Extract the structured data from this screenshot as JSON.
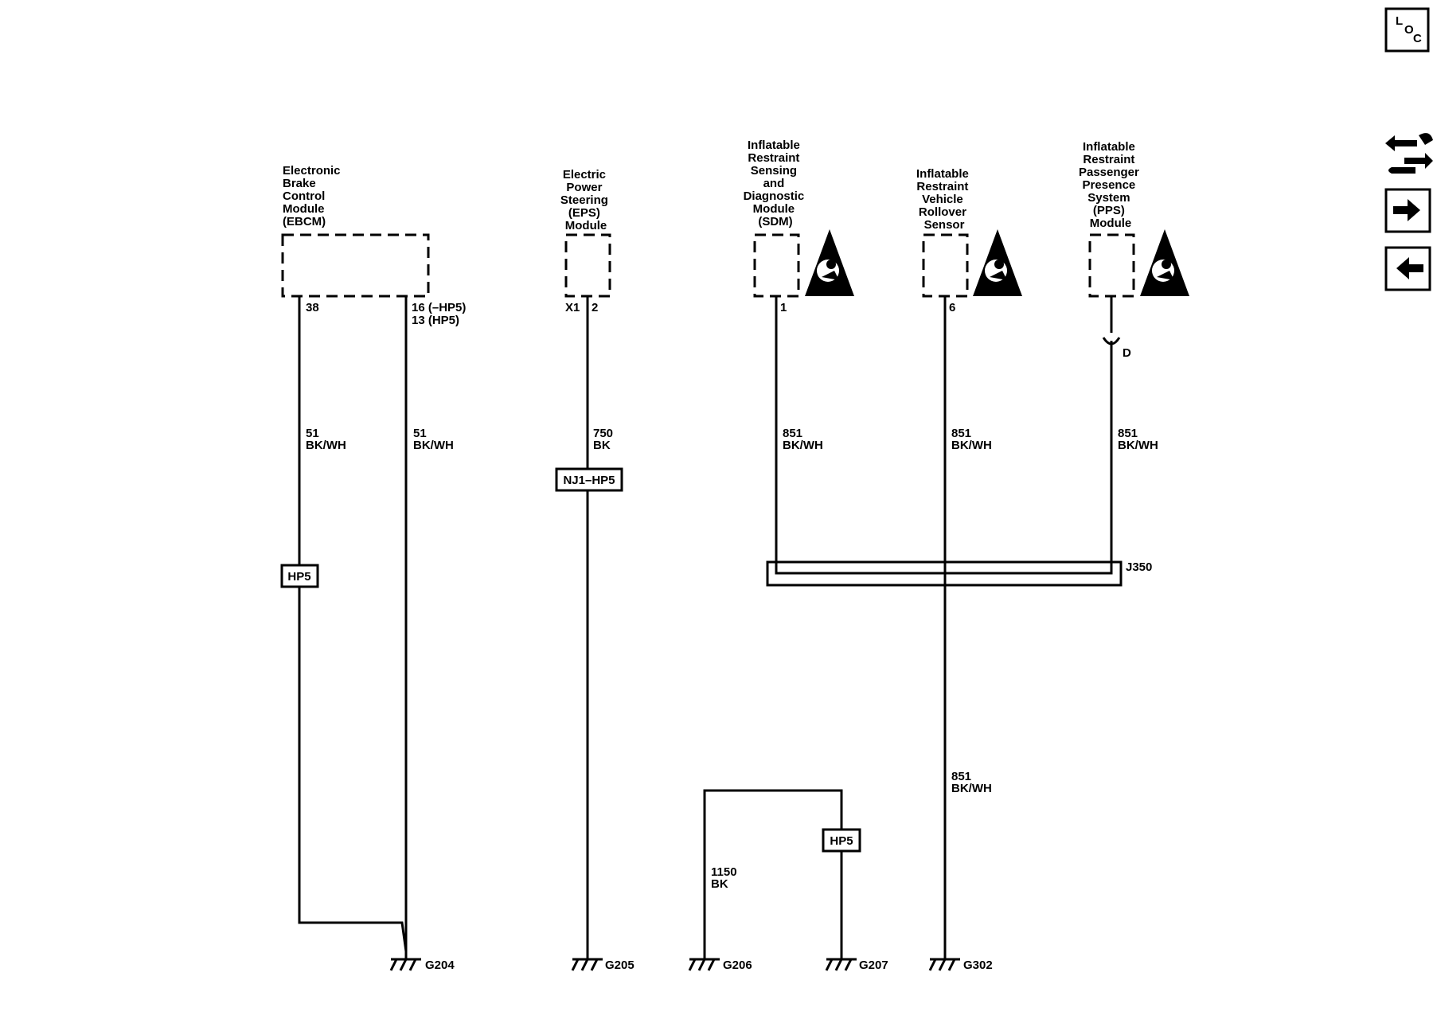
{
  "side_toolbar": {
    "loc_button": {
      "letters": [
        "L",
        "O",
        "C"
      ],
      "icon": "loc-icon"
    },
    "tools_button": {
      "icon": "swap-wrench-icon"
    },
    "next_button": {
      "icon": "arrow-right-icon"
    },
    "prev_button": {
      "icon": "arrow-left-icon"
    }
  },
  "modules": {
    "ebcm": {
      "label": [
        "Electronic",
        "Brake",
        "Control",
        "Module",
        "(EBCM)"
      ],
      "pin_left": "38",
      "pin_right": [
        "16 (–HP5)",
        "13 (HP5)"
      ]
    },
    "eps": {
      "label": [
        "Electric",
        "Power",
        "Steering",
        "(EPS)",
        "Module"
      ],
      "connector": "X1",
      "pin": "2"
    },
    "sdm": {
      "label": [
        "Inflatable",
        "Restraint",
        "Sensing",
        "and",
        "Diagnostic",
        "Module",
        "(SDM)"
      ],
      "pin": "1",
      "icon": "airbag-warning-icon"
    },
    "rollover": {
      "label": [
        "Inflatable",
        "Restraint",
        "Vehicle",
        "Rollover",
        "Sensor"
      ],
      "pin": "6",
      "icon": "airbag-warning-icon"
    },
    "pps": {
      "label": [
        "Inflatable",
        "Restraint",
        "Passenger",
        "Presence",
        "System",
        "(PPS)",
        "Module"
      ],
      "inline_connector": "D",
      "icon": "airbag-warning-icon"
    }
  },
  "wires": {
    "ebcm_left": [
      "51",
      "BK/WH"
    ],
    "ebcm_right": [
      "51",
      "BK/WH"
    ],
    "eps": [
      "750",
      "BK"
    ],
    "sdm": [
      "851",
      "BK/WH"
    ],
    "rollover": [
      "851",
      "BK/WH"
    ],
    "pps": [
      "851",
      "BK/WH"
    ],
    "rollover_lower": [
      "851",
      "BK/WH"
    ],
    "g206": [
      "1150",
      "BK"
    ]
  },
  "option_tags": {
    "ebcm_hp5": "HP5",
    "eps_nj1": "NJ1–HP5",
    "g207_hp5": "HP5"
  },
  "splice": {
    "label": "J350"
  },
  "grounds": {
    "g204": "G204",
    "g205": "G205",
    "g206": "G206",
    "g207": "G207",
    "g302": "G302"
  }
}
